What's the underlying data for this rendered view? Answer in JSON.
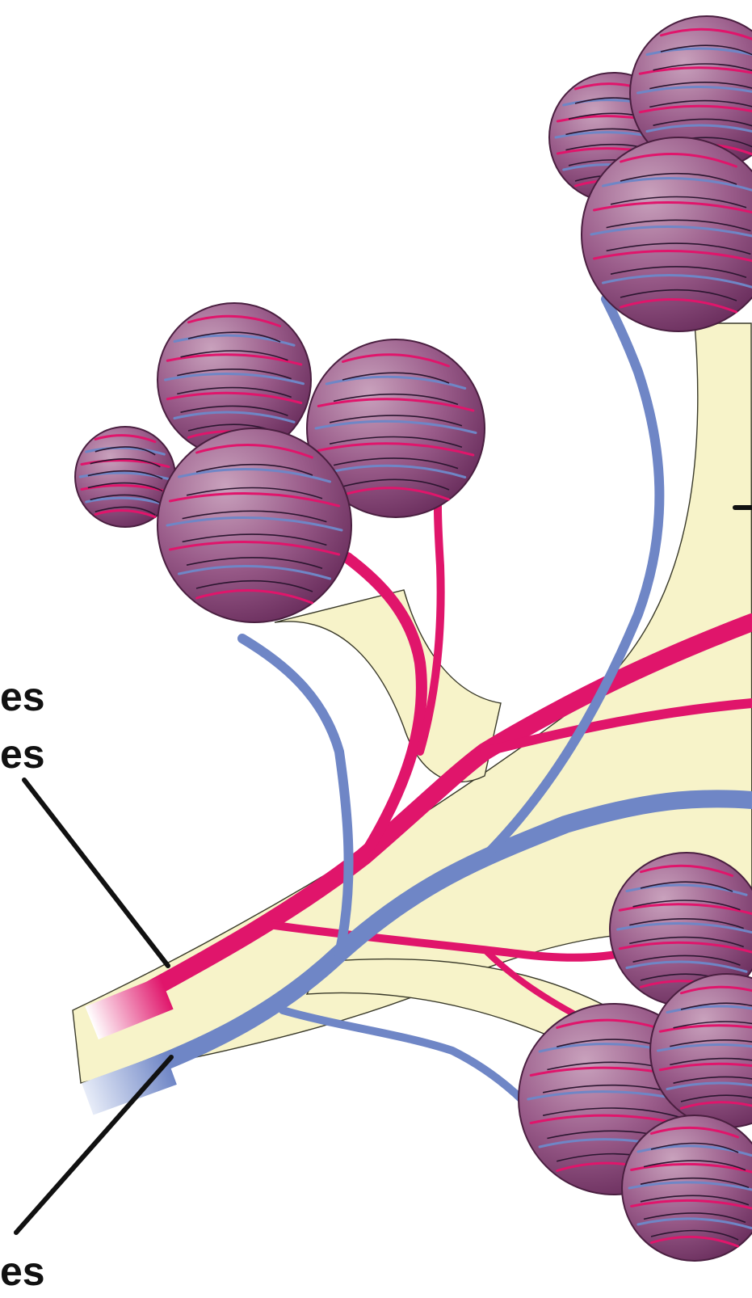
{
  "labels": {
    "label_1": "es",
    "label_2": "es",
    "label_3": "es"
  },
  "colors": {
    "background": "#ffffff",
    "bronchiole_tissue": "#f7f3c9",
    "artery": "#e0156b",
    "vein": "#6f86c6",
    "alveolus": "#8b4f7c",
    "leader_line": "#111111"
  },
  "icons": {
    "alveolar_sac": "alveolar-sac-icon"
  }
}
